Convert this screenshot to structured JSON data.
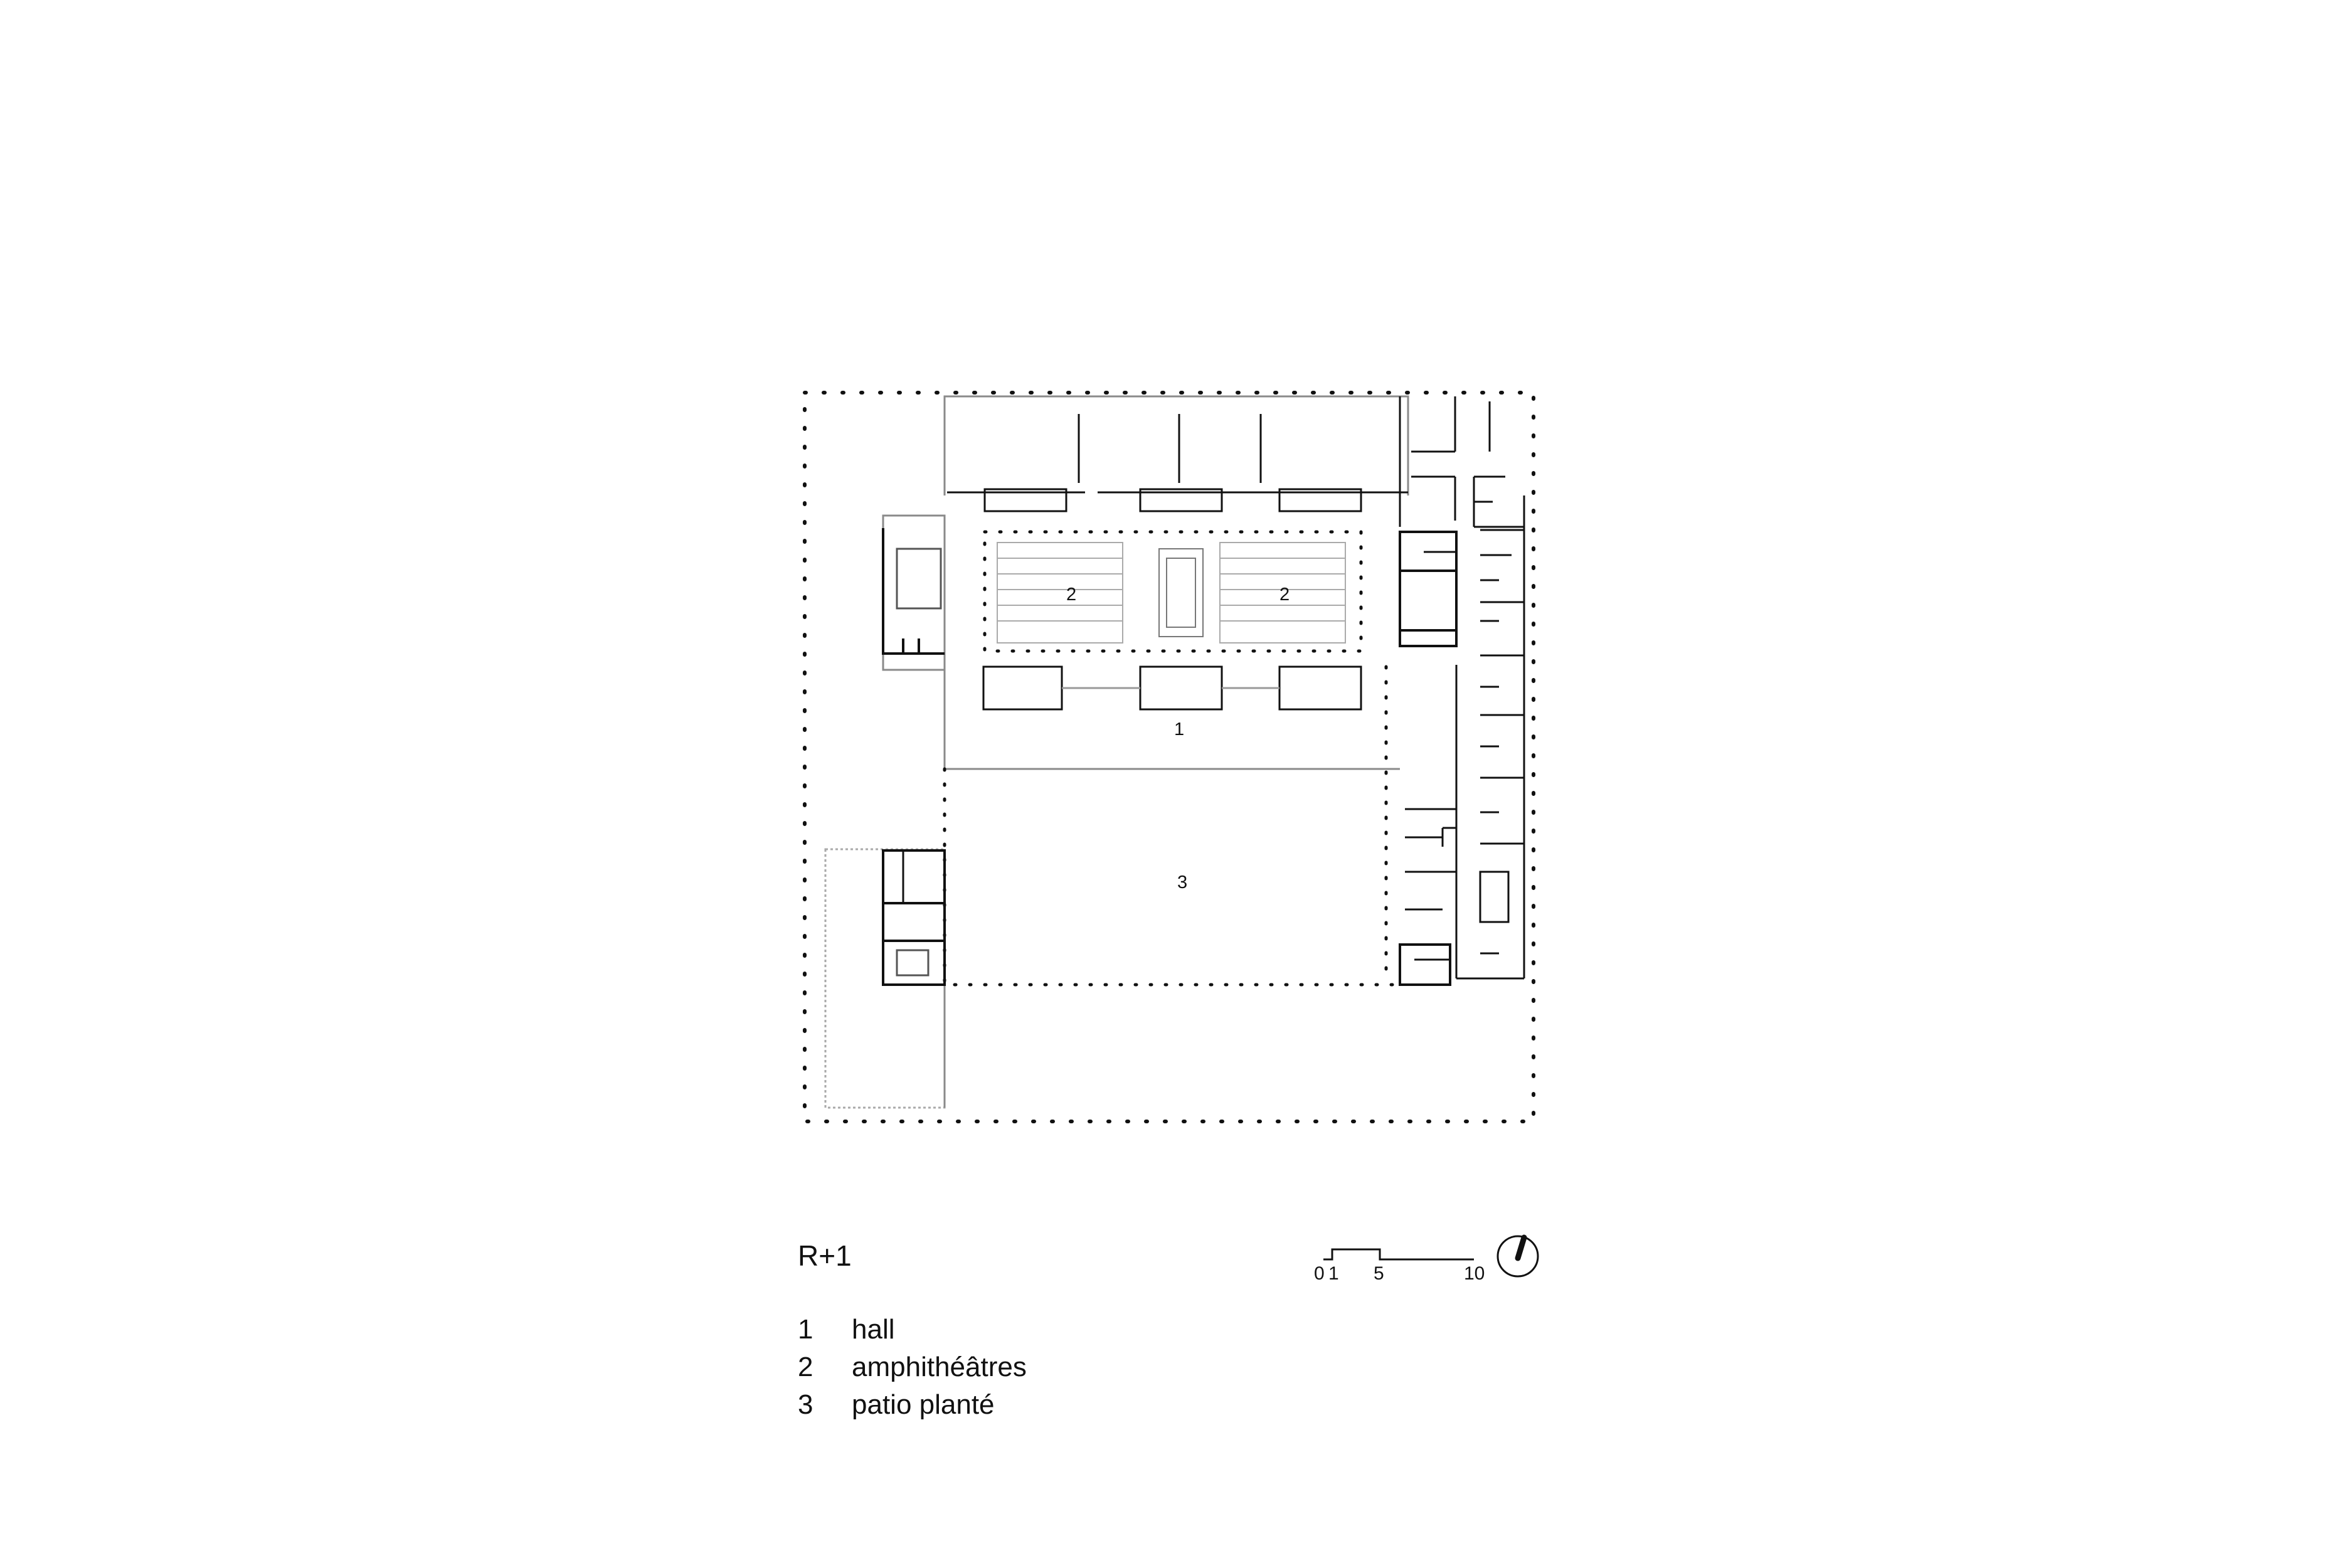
{
  "title": "R+1",
  "rooms": [
    {
      "num": "1",
      "label": "hall"
    },
    {
      "num": "2",
      "label": "amphithéâtres"
    },
    {
      "num": "3",
      "label": "patio planté"
    }
  ],
  "plan_labels": {
    "hall": "1",
    "amphi_left": "2",
    "amphi_right": "2",
    "patio": "3"
  },
  "scale_bar": {
    "t0": "0",
    "t1": "1",
    "t5": "5",
    "t10": "10"
  },
  "north_arrow_icon": "north-arrow-icon",
  "line_color": "#111111",
  "light_line_color": "#999999"
}
